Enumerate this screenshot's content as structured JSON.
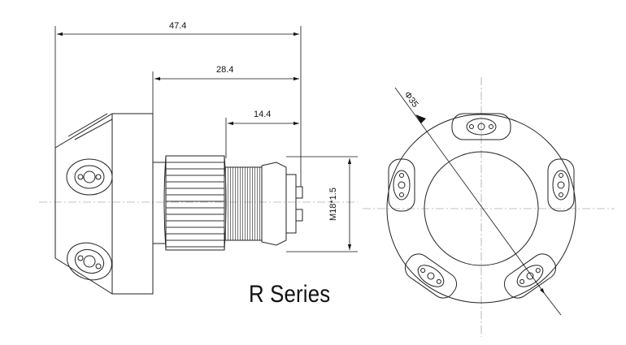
{
  "dimensions": {
    "overall_length": "47.4",
    "body_length": "28.4",
    "connector_length": "14.4",
    "thread": "M18*1.5",
    "diameter": "Φ35"
  },
  "title": "R Series"
}
